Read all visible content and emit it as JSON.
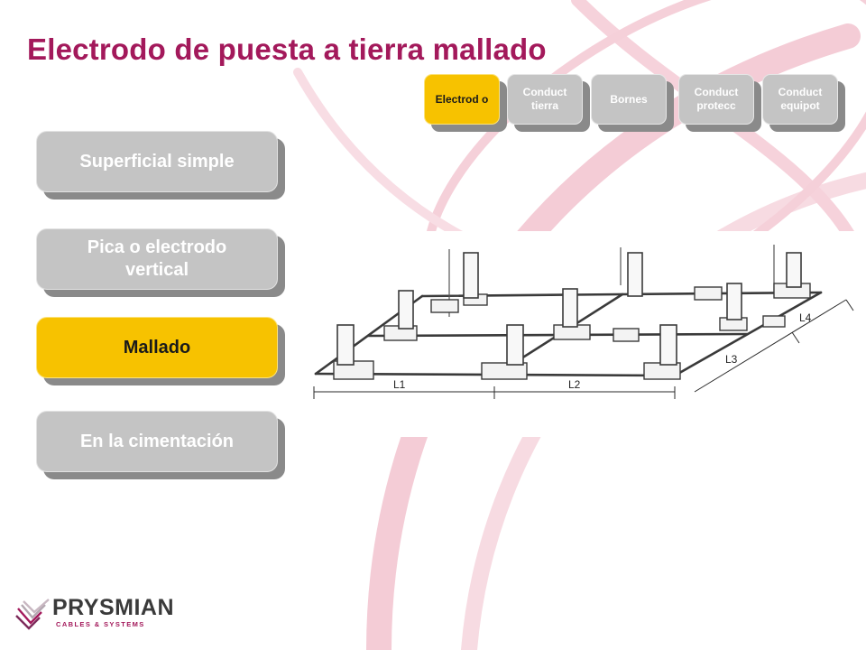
{
  "header": {
    "title": "Electrodo de puesta a tierra mallado"
  },
  "tabs": [
    {
      "label": "Electrod o",
      "state": "active"
    },
    {
      "label": "Conduct tierra",
      "state": "inactive"
    },
    {
      "label": "Bornes",
      "state": "inactive"
    },
    {
      "label": "Conduct protecc",
      "state": "inactive"
    },
    {
      "label": "Conduct equipot",
      "state": "inactive"
    }
  ],
  "sidebar": {
    "buttons": [
      {
        "label": "Superficial simple",
        "state": "inactive"
      },
      {
        "label": "Pica o electrodo vertical",
        "state": "inactive"
      },
      {
        "label": "Mallado",
        "state": "active"
      },
      {
        "label": "En la cimentación",
        "state": "inactive"
      }
    ]
  },
  "diagram": {
    "labels": {
      "l1": "L1",
      "l2": "L2",
      "l3": "L3",
      "l4": "L4"
    }
  },
  "logo": {
    "name": "PRYSMIAN",
    "subtitle": "CABLES & SYSTEMS"
  },
  "colors": {
    "title": "#a3195b",
    "active": "#f7c200",
    "inactive": "#c4c4c4",
    "shadow": "#8a8a8a",
    "decor": "#f2c6d0"
  }
}
